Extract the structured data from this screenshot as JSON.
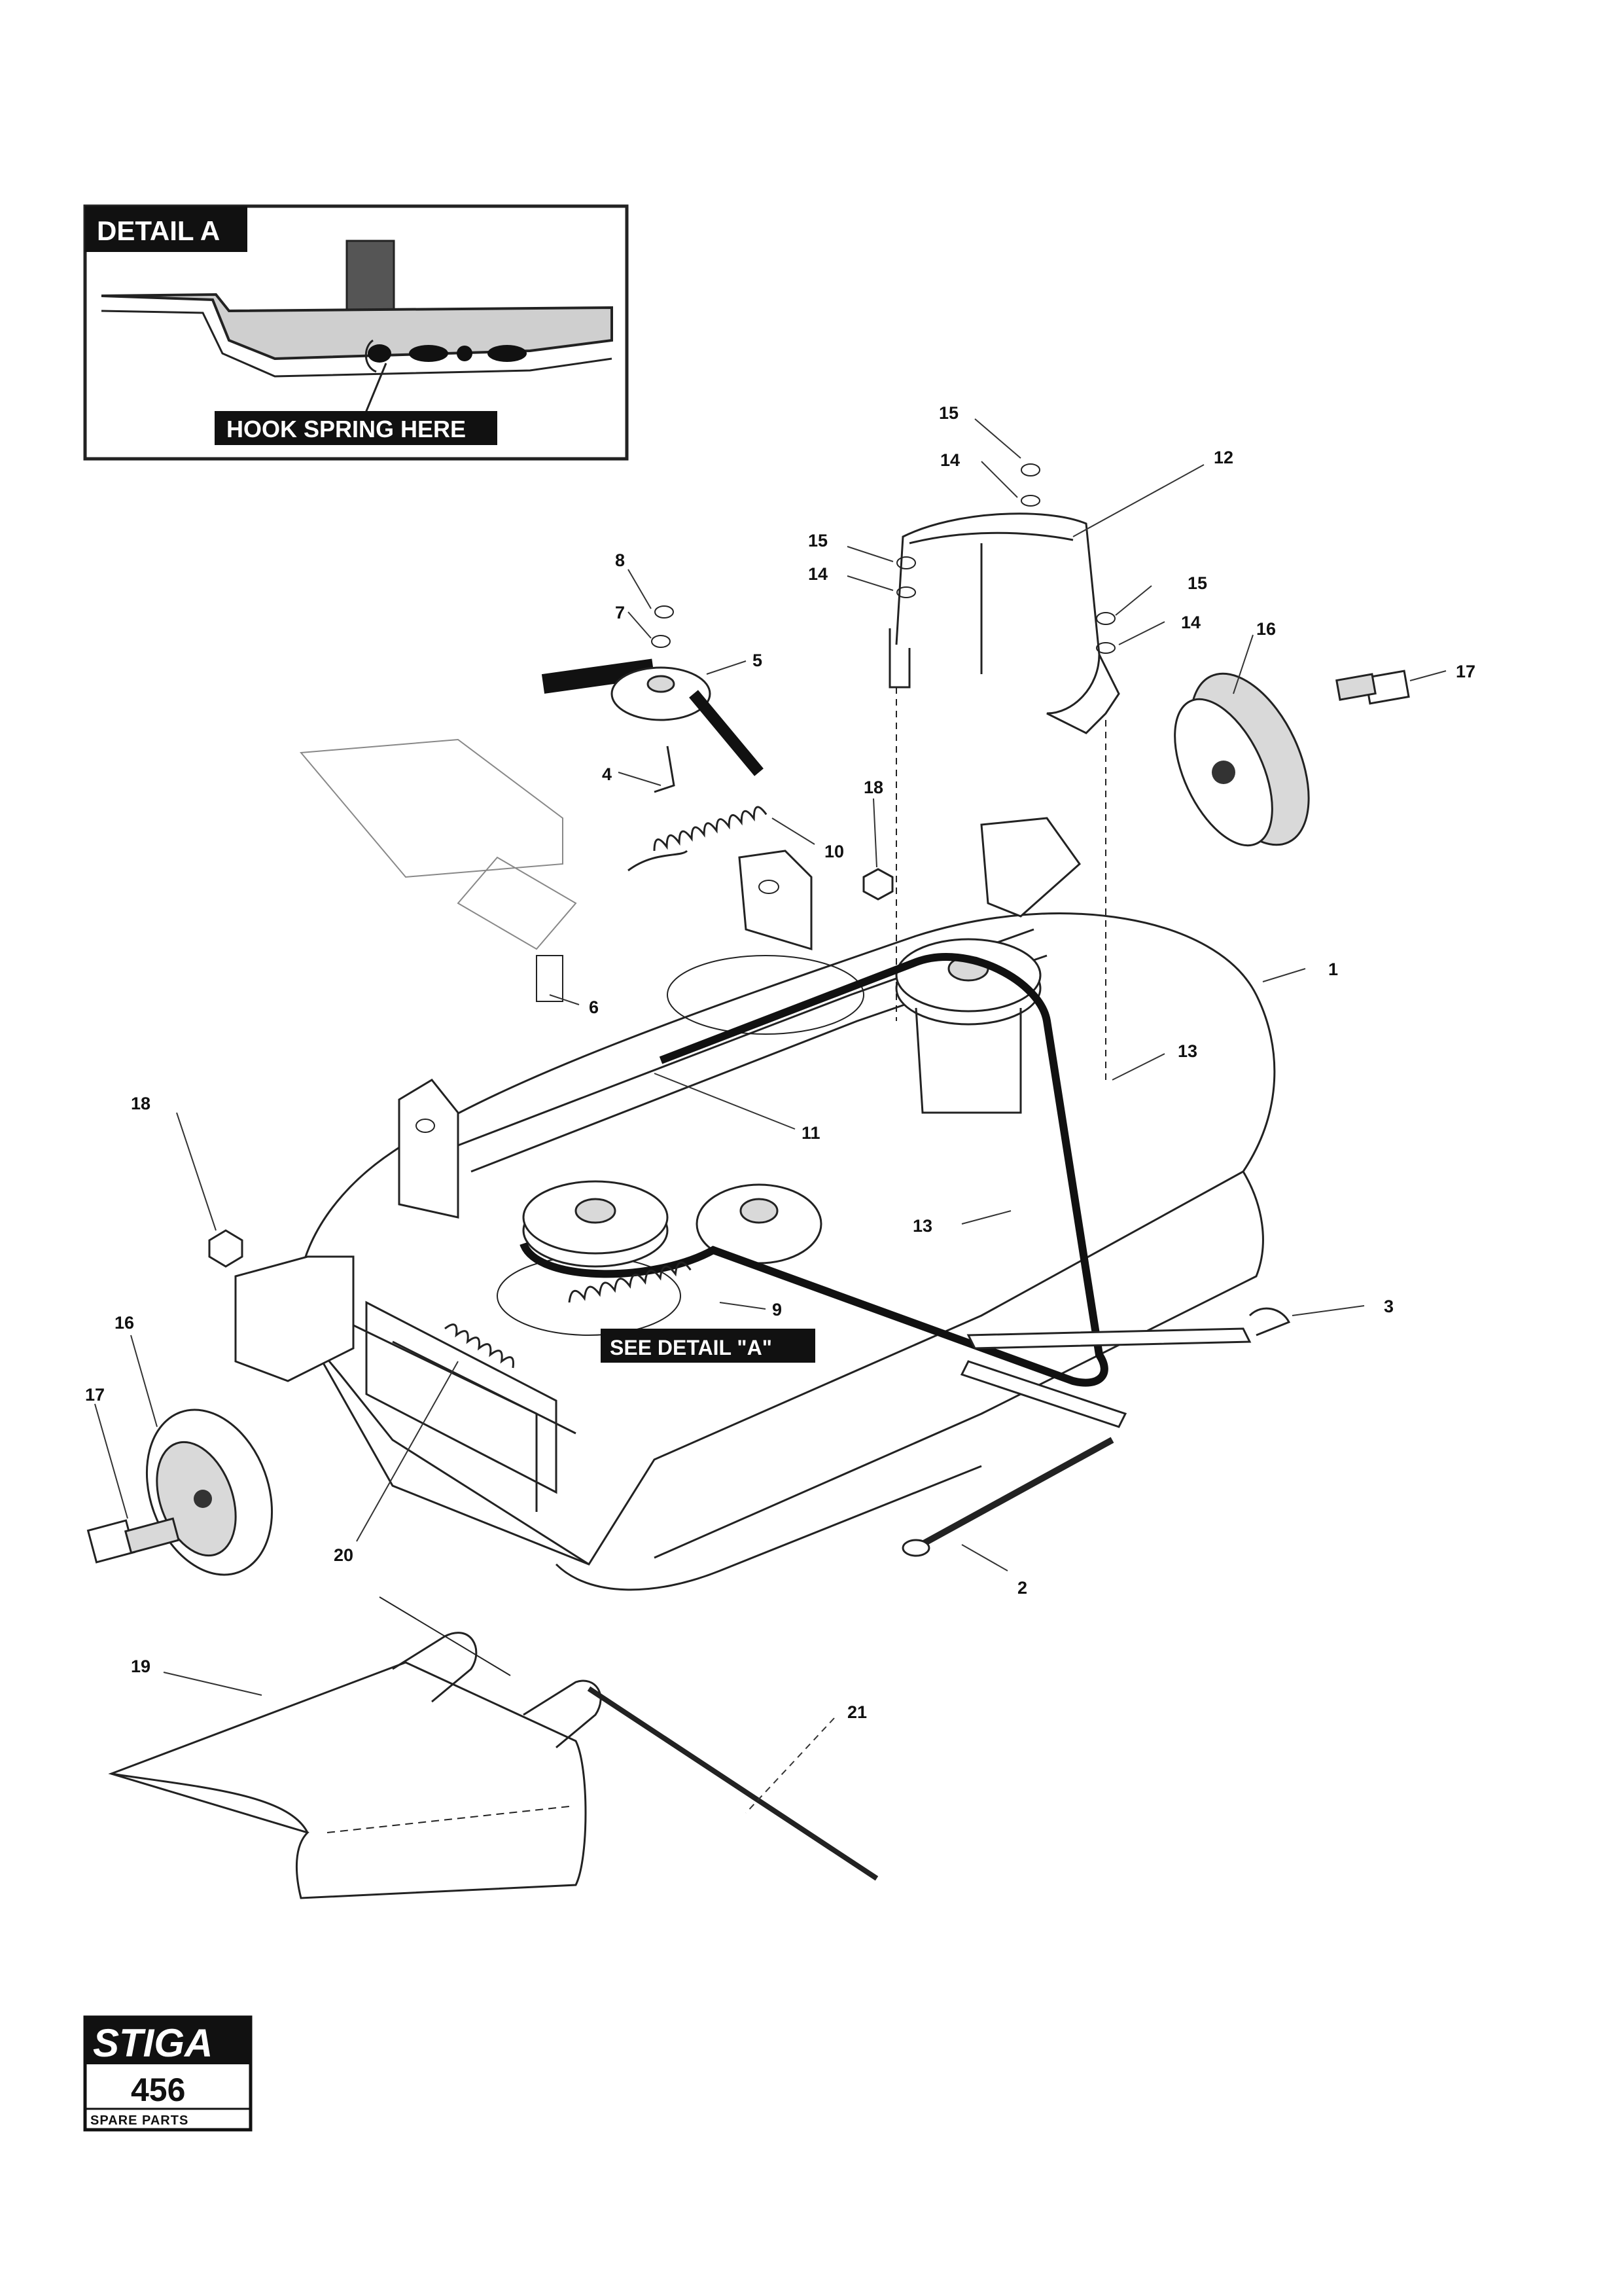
{
  "detail_box": {
    "title": "DETAIL A",
    "callout": "HOOK SPRING HERE"
  },
  "main": {
    "see_detail_label": "SEE DETAIL \"A\""
  },
  "part_labels": [
    {
      "id": "p15a",
      "text": "15"
    },
    {
      "id": "p14a",
      "text": "14"
    },
    {
      "id": "p12",
      "text": "12"
    },
    {
      "id": "p15b",
      "text": "15"
    },
    {
      "id": "p14b",
      "text": "14"
    },
    {
      "id": "p15c",
      "text": "15"
    },
    {
      "id": "p14c",
      "text": "14"
    },
    {
      "id": "p16a",
      "text": "16"
    },
    {
      "id": "p17a",
      "text": "17"
    },
    {
      "id": "p8",
      "text": "8"
    },
    {
      "id": "p7",
      "text": "7"
    },
    {
      "id": "p5",
      "text": "5"
    },
    {
      "id": "p4",
      "text": "4"
    },
    {
      "id": "p10",
      "text": "10"
    },
    {
      "id": "p18a",
      "text": "18"
    },
    {
      "id": "p6",
      "text": "6"
    },
    {
      "id": "p1",
      "text": "1"
    },
    {
      "id": "p13a",
      "text": "13"
    },
    {
      "id": "p13b",
      "text": "13"
    },
    {
      "id": "p11",
      "text": "11"
    },
    {
      "id": "p18b",
      "text": "18"
    },
    {
      "id": "p9",
      "text": "9"
    },
    {
      "id": "p3",
      "text": "3"
    },
    {
      "id": "p16b",
      "text": "16"
    },
    {
      "id": "p17b",
      "text": "17"
    },
    {
      "id": "p20",
      "text": "20"
    },
    {
      "id": "p2",
      "text": "2"
    },
    {
      "id": "p19",
      "text": "19"
    },
    {
      "id": "p21",
      "text": "21"
    }
  ],
  "logo": {
    "brand": "STIGA",
    "model": "456",
    "subtitle": "SPARE PARTS"
  }
}
